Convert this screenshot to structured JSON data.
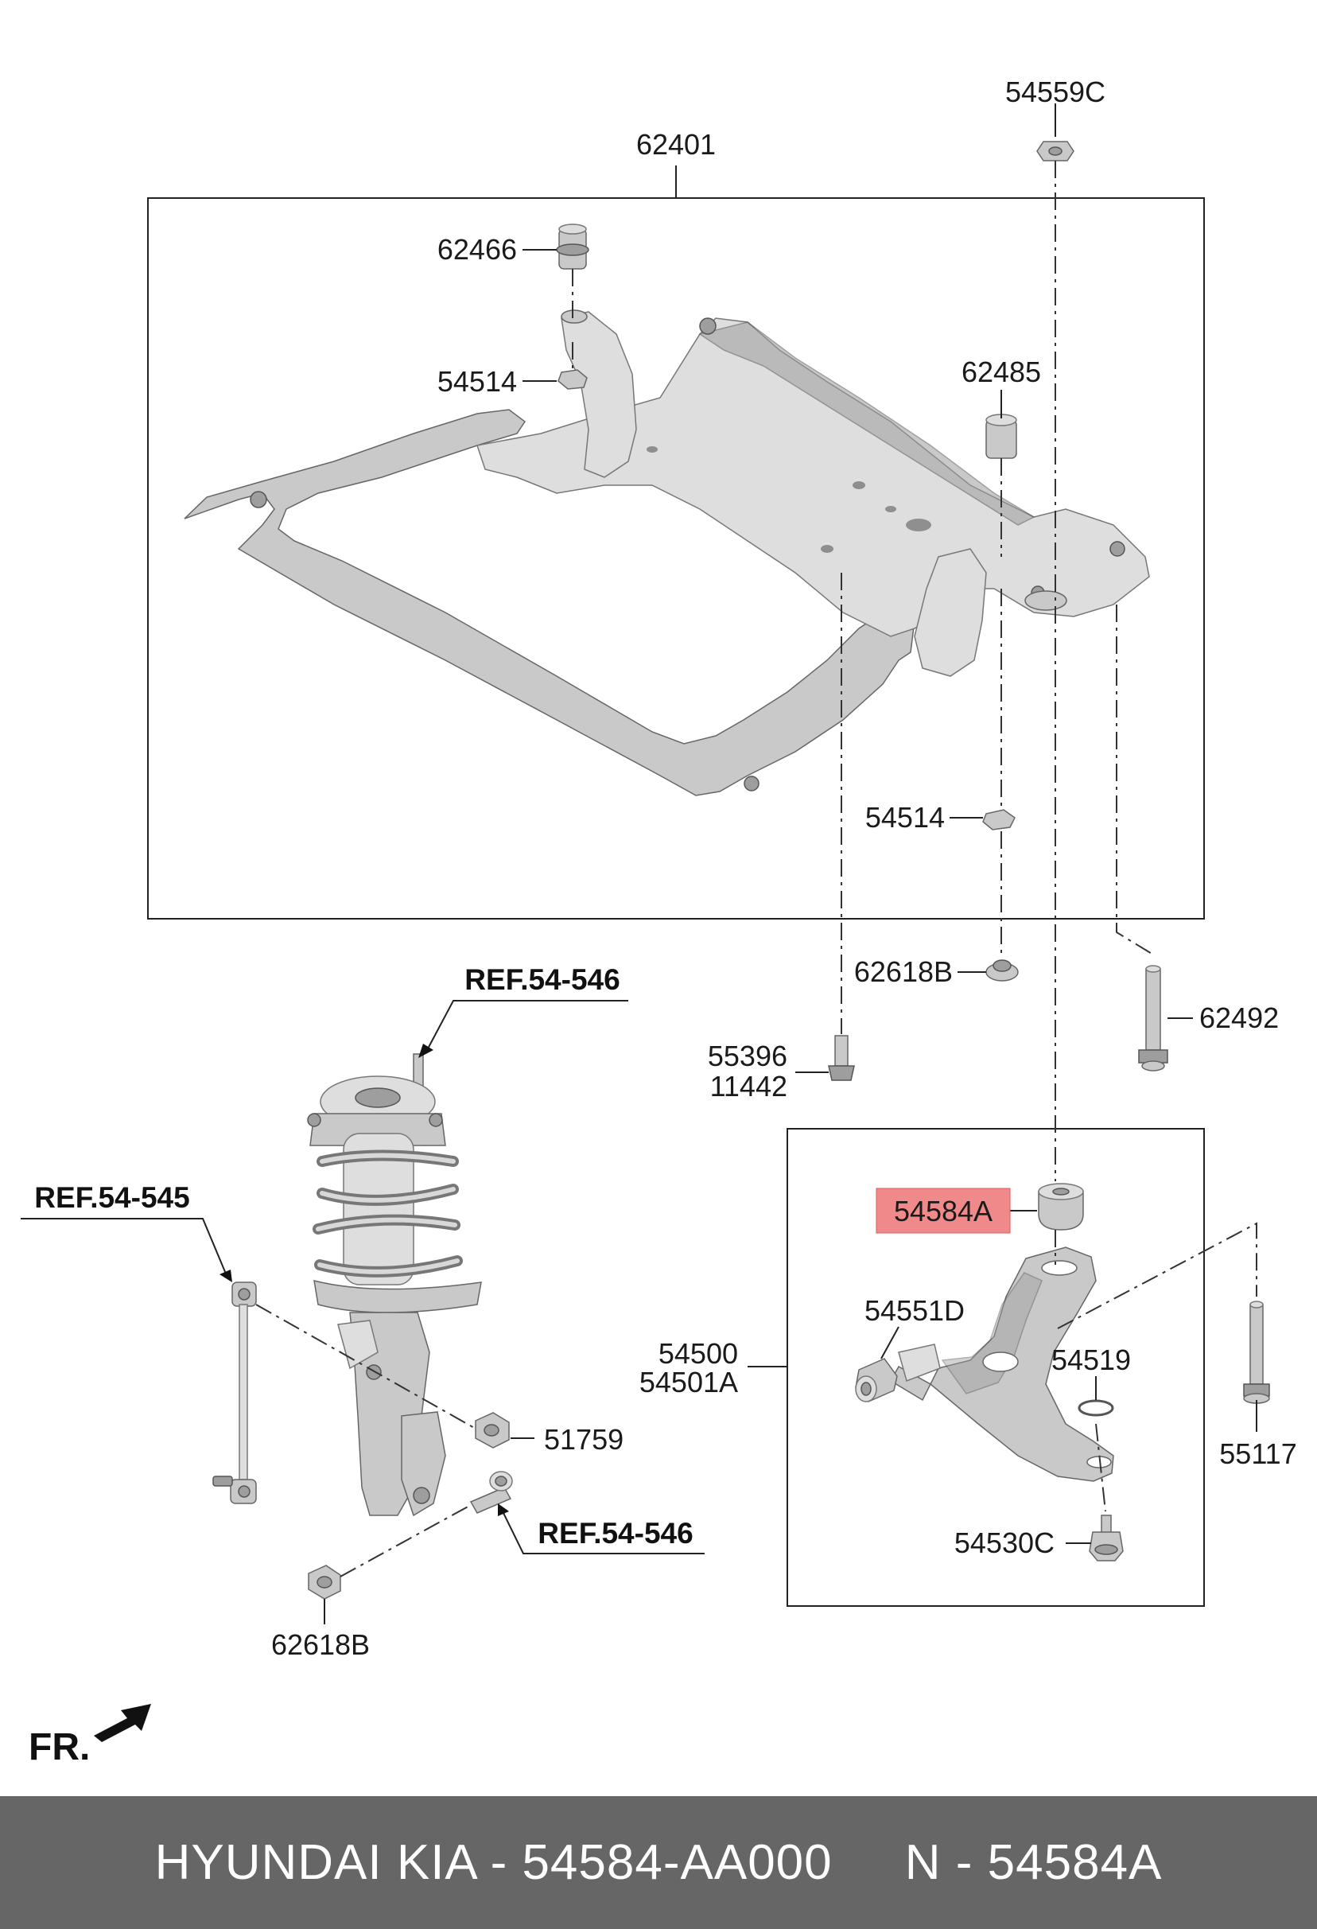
{
  "diagram": {
    "callouts": {
      "p54559c": "54559C",
      "p62401": "62401",
      "p62466": "62466",
      "p54514_top": "54514",
      "p62485": "62485",
      "p54514_bottom": "54514",
      "p62618b_upper": "62618B",
      "p62492": "62492",
      "p55396": "55396",
      "p11442": "11442",
      "p54584a": "54584A",
      "p54551d": "54551D",
      "p54500": "54500",
      "p54501a": "54501A",
      "p54519": "54519",
      "p55117": "55117",
      "p54530c": "54530C",
      "p51759": "51759",
      "p62618b_lower": "62618B"
    },
    "refs": {
      "ref_top": "REF.54-546",
      "ref_left": "REF.54-545",
      "ref_bottom": "REF.54-546"
    },
    "front_label": "FR.",
    "highlight_color": "#f08a8a"
  },
  "footer": {
    "text": "HYUNDAI KIA - 54584-AA000     N - 54584A"
  }
}
